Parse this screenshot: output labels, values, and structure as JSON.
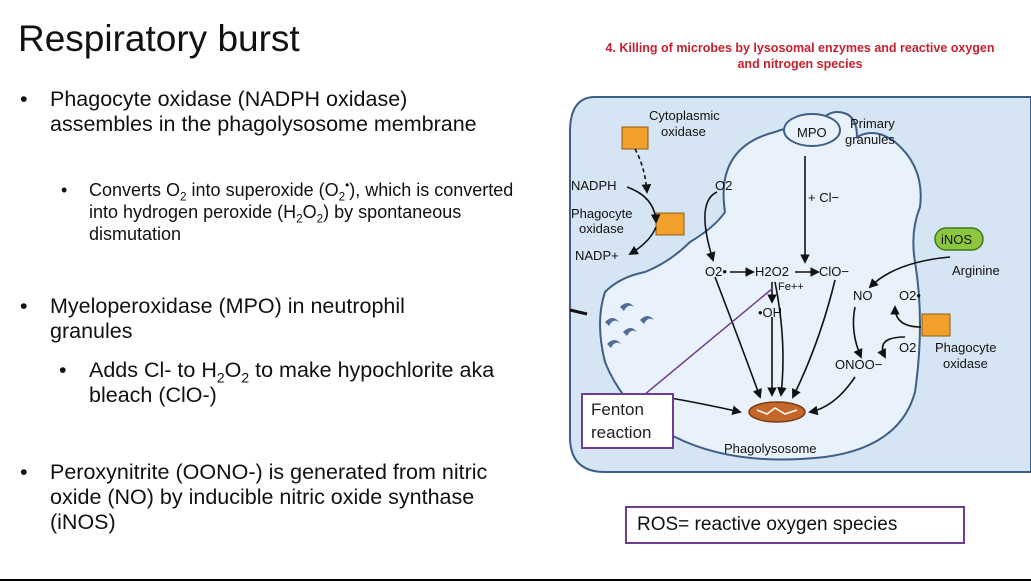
{
  "title": "Respiratory burst",
  "bullets": {
    "b1": "Phagocyte oxidase (NADPH oxidase) assembles in the phagolysosome membrane",
    "b1_sub": {
      "p1": "Converts O",
      "p2": "2",
      "p3": " into superoxide (O",
      "p4": "2",
      "p5": "•",
      "p6": "), which is converted into hydrogen peroxide (H",
      "p7": "2",
      "p8": "O",
      "p9": "2",
      "p10": ") by spontaneous dismutation"
    },
    "b2": "Myeloperoxidase (MPO) in neutrophil granules",
    "b2_sub": {
      "p1": "Adds Cl- to H",
      "p2": "2",
      "p3": "O",
      "p4": "2",
      "p5": " to make hypochlorite aka bleach (ClO-)"
    },
    "b3": "Peroxynitrite (OONO-) is generated from nitric oxide (NO) by inducible nitric oxide synthase (iNOS)"
  },
  "figure": {
    "caption": "4. Killing of microbes by lysosomal enzymes and reactive oxygen and nitrogen species",
    "labels": {
      "cyto1": "Cytoplasmic",
      "cyto2": "oxidase",
      "mpo": "MPO",
      "primary1": "Primary",
      "primary2": "granules",
      "nadph": "NADPH",
      "phago1": "Phagocyte",
      "phago2": "oxidase",
      "nadp": "NADP+",
      "o2_top": "O2",
      "cl": "+ Cl−",
      "o2_radical": "O2•",
      "h2o2": "H2O2",
      "clo": "ClO−",
      "fe": "Fe++",
      "oh": "•OH",
      "inos": "iNOS",
      "arginine": "Arginine",
      "no": "NO",
      "o2_radical_right": "O2•",
      "o2_right": "O2",
      "onoo": "ONOO−",
      "phago_right1": "Phagocyte",
      "phago_right2": "oxidase",
      "phagolysosome": "Phagolysosome"
    },
    "colors": {
      "cell_fill": "#d6e5f4",
      "vacuole_fill": "#e9f1fa",
      "outline": "#3d5f85",
      "oxidase": "#f2a02c",
      "inos": "#8cc63f",
      "microbe": "#c5672a",
      "granule": "#506d99",
      "fenton_line": "#6e3d91"
    }
  },
  "fenton_label": "Fenton reaction",
  "ros_label": "ROS= reactive oxygen species"
}
